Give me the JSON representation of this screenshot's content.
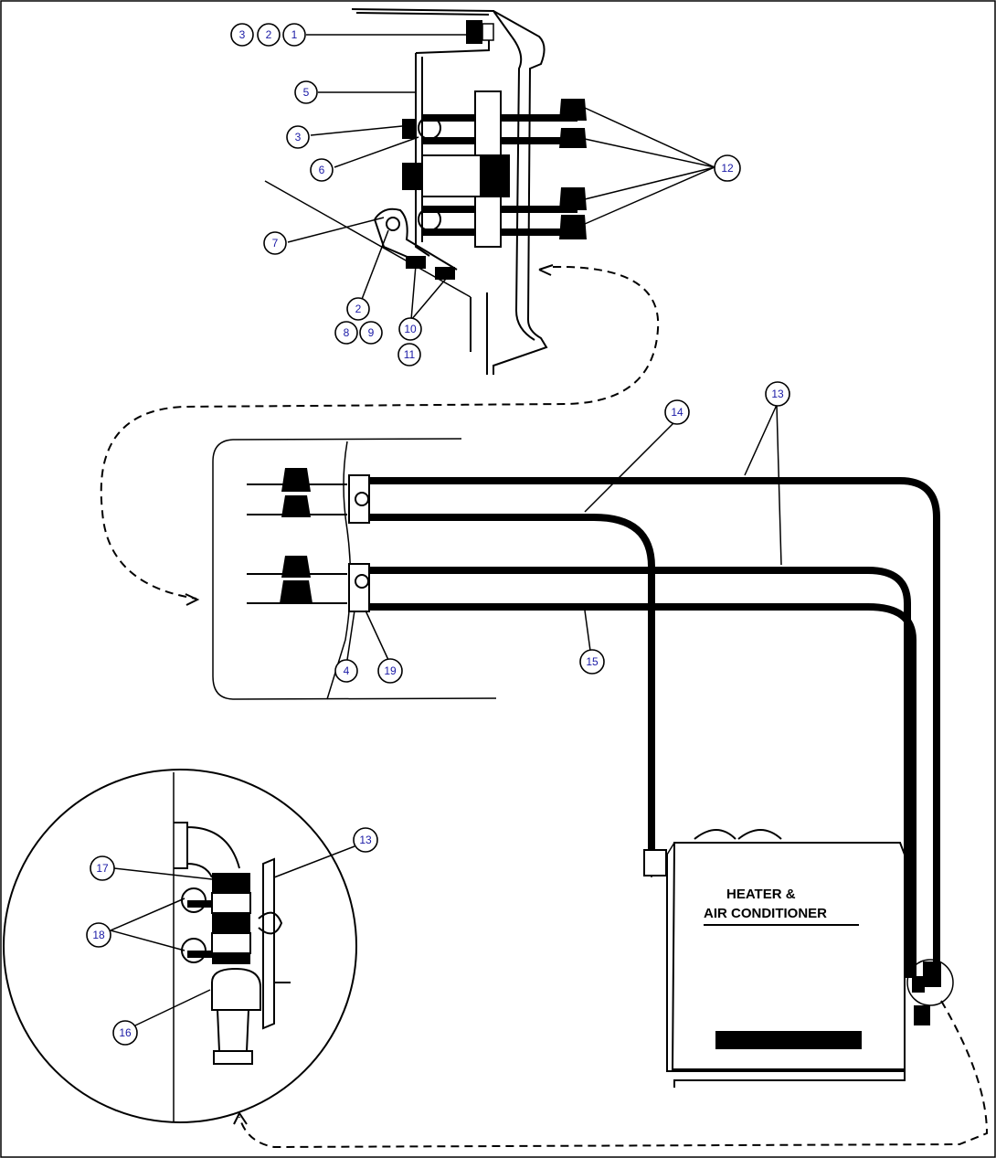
{
  "unit_label": {
    "line1": "HEATER &",
    "line2": "AIR CONDITIONER"
  },
  "callouts": [
    {
      "id": "c-top-3",
      "text": "3"
    },
    {
      "id": "c-top-2",
      "text": "2"
    },
    {
      "id": "c-top-1",
      "text": "1"
    },
    {
      "id": "c-5",
      "text": "5"
    },
    {
      "id": "c-3b",
      "text": "3"
    },
    {
      "id": "c-6",
      "text": "6"
    },
    {
      "id": "c-12",
      "text": "12"
    },
    {
      "id": "c-7",
      "text": "7"
    },
    {
      "id": "c-2b",
      "text": "2"
    },
    {
      "id": "c-8",
      "text": "8"
    },
    {
      "id": "c-9",
      "text": "9"
    },
    {
      "id": "c-10",
      "text": "10"
    },
    {
      "id": "c-11",
      "text": "11"
    },
    {
      "id": "c-14",
      "text": "14"
    },
    {
      "id": "c-13a",
      "text": "13"
    },
    {
      "id": "c-4",
      "text": "4"
    },
    {
      "id": "c-19",
      "text": "19"
    },
    {
      "id": "c-15",
      "text": "15"
    },
    {
      "id": "c-17",
      "text": "17"
    },
    {
      "id": "c-13b",
      "text": "13"
    },
    {
      "id": "c-18",
      "text": "18"
    },
    {
      "id": "c-16",
      "text": "16"
    }
  ]
}
